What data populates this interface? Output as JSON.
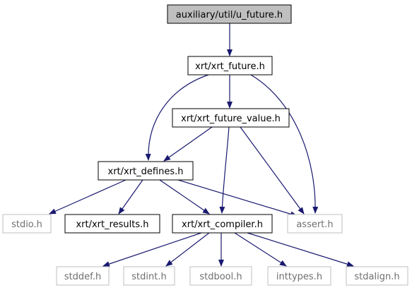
{
  "nodes": {
    "u_future": "auxiliary/util/u_future.h",
    "xrt_future": "xrt/xrt_future.h",
    "xrt_future_value": "xrt/xrt_future_value.h",
    "xrt_defines": "xrt/xrt_defines.h",
    "stdio": "stdio.h",
    "xrt_results": "xrt/xrt_results.h",
    "xrt_compiler": "xrt/xrt_compiler.h",
    "assert": "assert.h",
    "stddef": "stddef.h",
    "stdint": "stdint.h",
    "stdbool": "stdbool.h",
    "inttypes": "inttypes.h",
    "stdalign": "stdalign.h"
  },
  "colors": {
    "edge": "#191970",
    "root_fill": "#bfbfbf",
    "node_border": "#000000",
    "external_border": "#bfbfbf",
    "external_text": "#6f6f6f"
  }
}
